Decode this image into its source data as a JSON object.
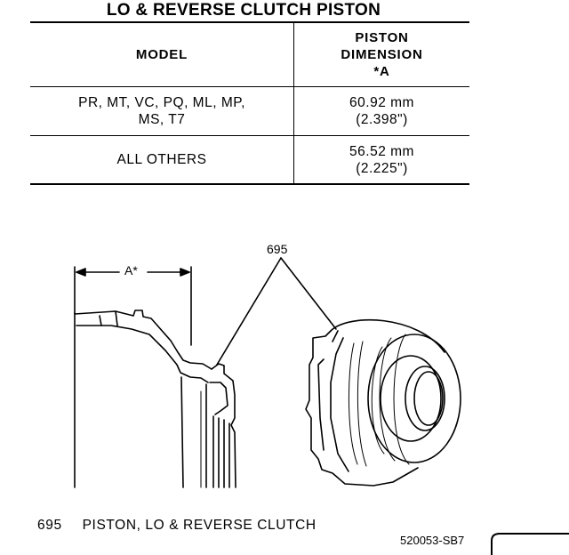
{
  "title": "LO & REVERSE CLUTCH PISTON",
  "table": {
    "header": {
      "model": "MODEL",
      "dimension_lines": [
        "PISTON",
        "DIMENSION",
        "*A"
      ]
    },
    "rows": [
      {
        "model_lines": [
          "PR, MT, VC, PQ, ML, MP,",
          "MS, T7"
        ],
        "mm": "60.92 mm",
        "inch": "(2.398\")"
      },
      {
        "model_lines": [
          "ALL OTHERS"
        ],
        "mm": "56.52 mm",
        "inch": "(2.225\")"
      }
    ]
  },
  "figure": {
    "callout": "695",
    "dimension_label": "A*"
  },
  "caption": {
    "number": "695",
    "text": "PISTON, LO & REVERSE CLUTCH"
  },
  "figure_id": "520053-SB7"
}
